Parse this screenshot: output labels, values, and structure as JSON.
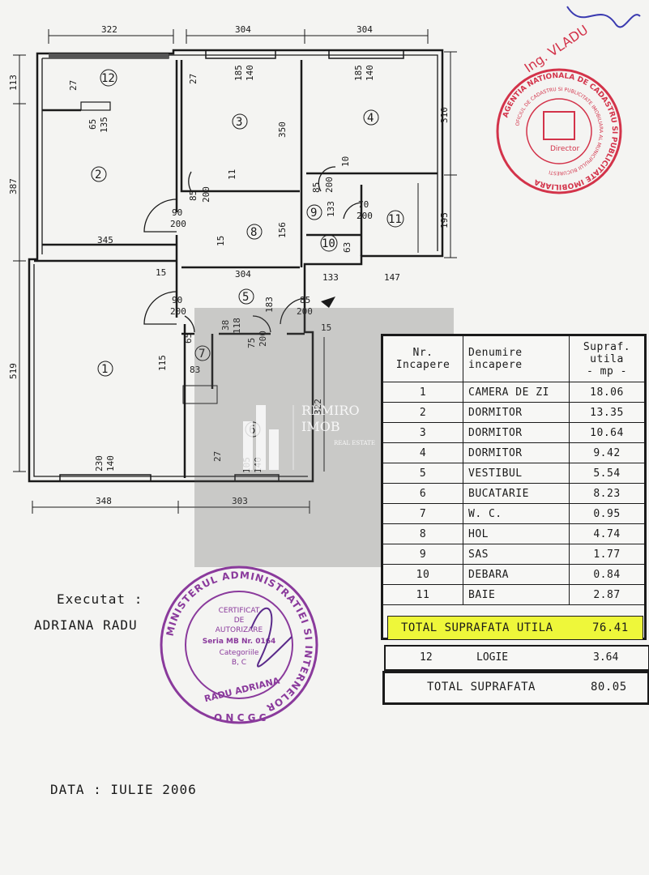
{
  "plan": {
    "dimensions": {
      "top_322": "322",
      "top_304a": "304",
      "top_304b": "304",
      "left_113": "113",
      "left_387": "387",
      "left_519": "519",
      "right_310": "310",
      "right_195": "195",
      "right_322": "322",
      "bottom_348": "348",
      "bottom_303": "303",
      "d_27a": "27",
      "d_65": "65",
      "d_135": "135",
      "d_27b": "27",
      "d_185a": "185",
      "d_140a": "140",
      "d_185b": "185",
      "d_140b": "140",
      "d_350": "350",
      "d_11": "11",
      "d_85a": "85",
      "d_200a": "200",
      "d_10": "10",
      "d_85b": "85",
      "d_200b": "200",
      "d_133a": "133",
      "d_70": "70",
      "d_200c": "200",
      "d_63": "63",
      "d_90a": "90",
      "d_200d": "200",
      "d_345": "345",
      "d_15a": "15",
      "d_156": "156",
      "d_15b": "15",
      "d_304c": "304",
      "d_133b": "133",
      "d_147": "147",
      "d_90b": "90",
      "d_200e": "200",
      "d_183": "183",
      "d_85c": "85",
      "d_200f": "200",
      "d_15c": "15",
      "d_65b": "65",
      "d_38": "38",
      "d_118": "118",
      "d_75": "75",
      "d_200g": "200",
      "d_115": "115",
      "d_83": "83",
      "d_230": "230",
      "d_140c": "140",
      "d_27c": "27",
      "d_105": "105",
      "d_140d": "140"
    },
    "rooms": [
      "1",
      "2",
      "3",
      "4",
      "5",
      "6",
      "7",
      "8",
      "9",
      "10",
      "11",
      "12"
    ]
  },
  "watermark": {
    "line1": "REMIRO",
    "line2": "IMOB",
    "line3": "REAL ESTATE"
  },
  "table": {
    "headers": [
      "Nr.\nIncapere",
      "Denumire\nincapere",
      "Supraf.\nutila\n- mp -"
    ],
    "rows": [
      {
        "nr": "1",
        "name": "CAMERA DE ZI",
        "area": "18.06"
      },
      {
        "nr": "2",
        "name": "DORMITOR",
        "area": "13.35"
      },
      {
        "nr": "3",
        "name": "DORMITOR",
        "area": "10.64"
      },
      {
        "nr": "4",
        "name": "DORMITOR",
        "area": "9.42"
      },
      {
        "nr": "5",
        "name": "VESTIBUL",
        "area": "5.54"
      },
      {
        "nr": "6",
        "name": "BUCATARIE",
        "area": "8.23"
      },
      {
        "nr": "7",
        "name": "W. C.",
        "area": "0.95"
      },
      {
        "nr": "8",
        "name": "HOL",
        "area": "4.74"
      },
      {
        "nr": "9",
        "name": "SAS",
        "area": "1.77"
      },
      {
        "nr": "10",
        "name": "DEBARA",
        "area": "0.84"
      },
      {
        "nr": "11",
        "name": "BAIE",
        "area": "2.87"
      }
    ],
    "total_util_label": "TOTAL SUPRAFATA UTILA",
    "total_util_value": "76.41",
    "row12": {
      "nr": "12",
      "name": "LOGIE",
      "area": "3.64"
    },
    "total_label": "TOTAL SUPRAFATA",
    "total_value": "80.05",
    "highlight_color": "#eef73a"
  },
  "executed": {
    "label": "Executat :",
    "author": "ADRIANA RADU"
  },
  "date": "DATA : IULIE 2006",
  "stamps": {
    "left_outer": "MINISTERUL ADMINISTRATIEI SI INTERNELOR",
    "left_bottom": "O N C G C",
    "left_center": [
      "CERTIFICAT",
      "DE",
      "AUTORIZARE",
      "Seria MB Nr. 0164",
      "Categoriile",
      "B, C"
    ],
    "left_name": "RADU ADRIANA",
    "right_outer": "AGENTIA NATIONALA DE CADASTRU SI PUBLICITATE IMOBILIARA",
    "right_inner": "OFICIUL DE CADASTRU SI PUBLICITATE IMOBILIARA AL MUNICIPIULUI BUCURESTI",
    "right_label": "Director",
    "engineer": "Ing. VLADU",
    "stamp_color_left": "#8a3a9c",
    "stamp_color_right": "#d3334a"
  }
}
